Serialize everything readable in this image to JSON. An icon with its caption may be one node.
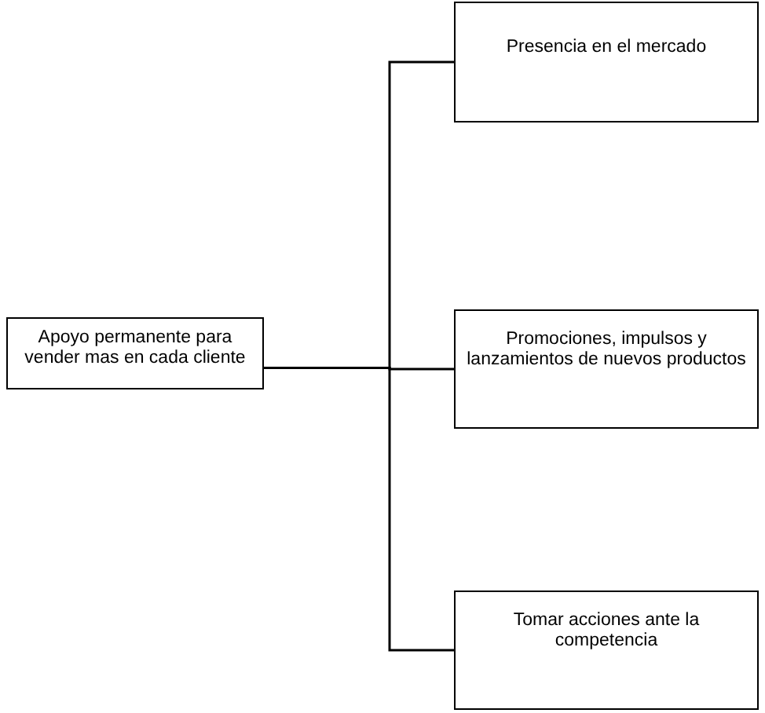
{
  "diagram": {
    "nodes": [
      {
        "text": [
          "Apoyo permanente para vender mas en cada cliente"
        ]
      },
      {
        "text": [
          "Presencia en el mercado"
        ]
      },
      {
        "text": [
          "Promociones, impulsos y lanzamientos de nuevos productos"
        ]
      },
      {
        "text": [
          "Tomar acciones ante la competencia"
        ]
      }
    ],
    "edges": [
      {
        "from": 0,
        "to": 1,
        "arrow": "none"
      },
      {
        "from": 0,
        "to": 2,
        "arrow": "none"
      },
      {
        "from": 0,
        "to": 3,
        "arrow": "none"
      }
    ]
  }
}
